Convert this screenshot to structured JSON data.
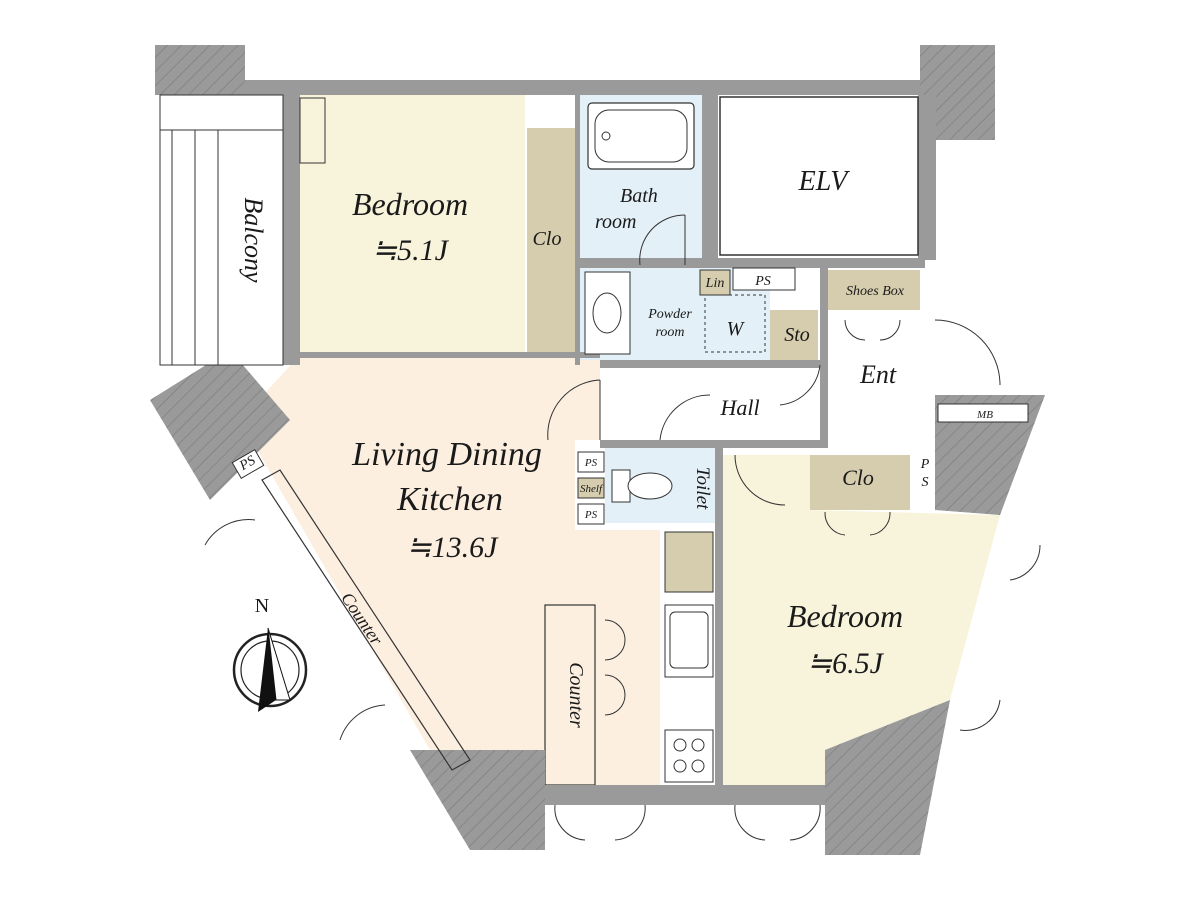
{
  "rooms": {
    "bedroom1": {
      "name": "Bedroom",
      "size": "≒5.1J"
    },
    "bedroom2": {
      "name": "Bedroom",
      "size": "≒6.5J"
    },
    "ldk": {
      "name_line1": "Living Dining",
      "name_line2": "Kitchen",
      "size": "≒13.6J"
    },
    "balcony": "Balcony",
    "closet1": "Clo",
    "closet2": "Clo",
    "bathroom_line1": "Bath",
    "bathroom_line2": "room",
    "powder_line1": "Powder",
    "powder_line2": "room",
    "washer": "W",
    "linen": "Lin",
    "ps_top": "PS",
    "storage": "Sto",
    "shoes_box": "Shoes Box",
    "entrance": "Ent",
    "elevator": "ELV",
    "hall": "Hall",
    "toilet": "Toilet",
    "toilet_ps_top": "PS",
    "toilet_shelf": "Shelf",
    "toilet_ps_bottom": "PS",
    "ps_right_p": "P",
    "ps_right_s": "S",
    "ps_left": "PS",
    "meter_box": "MB",
    "counter_angled": "Counter",
    "counter_kitchen": "Counter"
  },
  "compass": {
    "north_label": "N"
  },
  "colors": {
    "bedroom_fill": "#f8f4dc",
    "ldk_fill": "#fcefe0",
    "wet_fill": "#e3f0f8",
    "storage_fill": "#d6cdae",
    "wall_fill": "#9a9a9a",
    "room_white": "#ffffff"
  }
}
